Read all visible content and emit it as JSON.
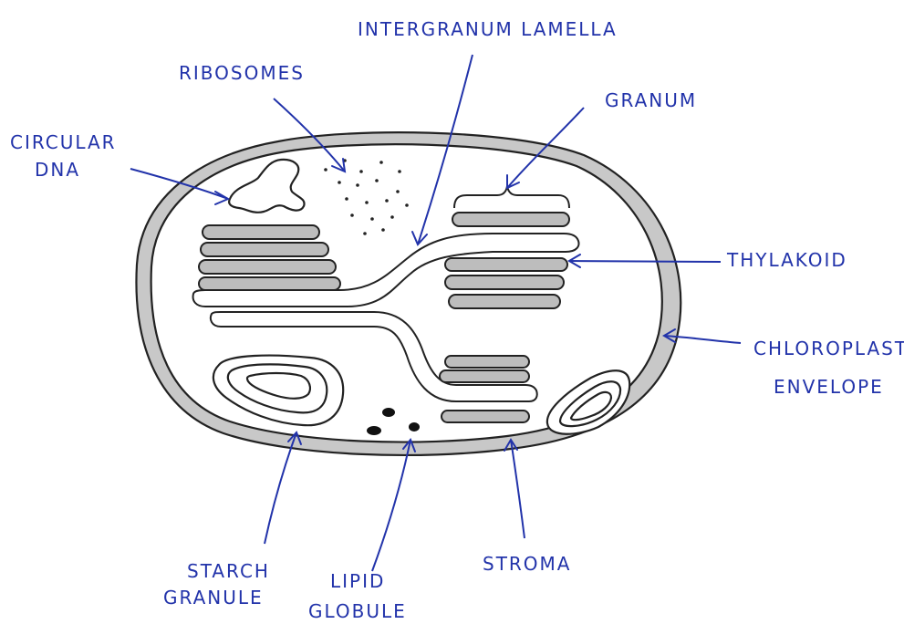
{
  "labels": {
    "intergranum_lamella": "INTERGRANUM LAMELLA",
    "ribosomes": "RIBOSOMES",
    "granum": "GRANUM",
    "circular_dna_line1": "CIRCULAR",
    "circular_dna_line2": "DNA",
    "thylakoid": "THYLAKOID",
    "envelope_line1": "CHLOROPLAST",
    "envelope_line2": "ENVELOPE",
    "starch_line1": "STARCH",
    "starch_line2": "GRANULE",
    "lipid_line1": "LIPID",
    "lipid_line2": "GLOBULE",
    "stroma": "STROMA"
  },
  "colors": {
    "label_ink": "#2233aa",
    "outline_ink": "#222222",
    "envelope_fill": "#c8c8c8",
    "thylakoid_fill": "#bdbdbd"
  }
}
